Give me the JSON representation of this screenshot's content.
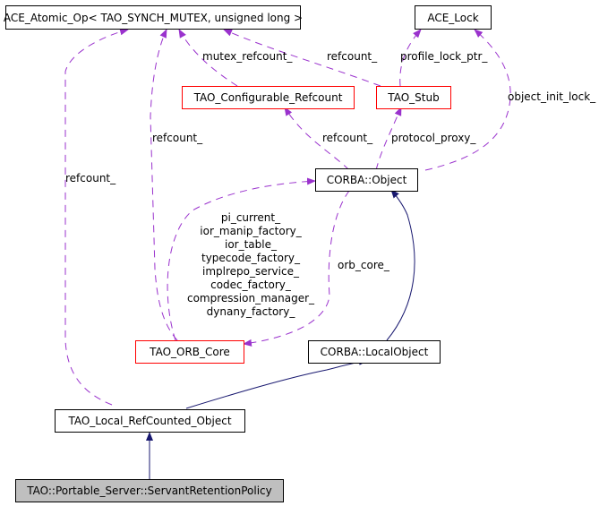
{
  "nodes": {
    "ace_atomic_op": "ACE_Atomic_Op< TAO_SYNCH_MUTEX, unsigned long >",
    "ace_lock": "ACE_Lock",
    "tao_configurable_refcount": "TAO_Configurable_Refcount",
    "tao_stub": "TAO_Stub",
    "corba_object": "CORBA::Object",
    "tao_orb_core": "TAO_ORB_Core",
    "corba_localobject": "CORBA::LocalObject",
    "tao_local_refcounted_object": "TAO_Local_RefCounted_Object",
    "servant_retention_policy": "TAO::Portable_Server::ServantRetentionPolicy"
  },
  "edge_labels": {
    "mutex_refcount": "mutex_refcount_",
    "stub_refcount": "refcount_",
    "profile_lock_ptr": "profile_lock_ptr_",
    "object_init_lock": "object_init_lock_",
    "orbcore_refcount": "refcount_",
    "local_refcount": "refcount_",
    "object_refcount": "refcount_",
    "protocol_proxy": "protocol_proxy_",
    "orb_core": "orb_core_",
    "orbcore_members": [
      "pi_current_",
      "ior_manip_factory_",
      "ior_table_",
      "typecode_factory_",
      "implrepo_service_",
      "codec_factory_",
      "compression_manager_",
      "dynany_factory_"
    ]
  },
  "colors": {
    "usage_edge": "#9a32cd",
    "inheritance_edge": "#191970",
    "highlight_border": "#ff0000",
    "current_node_fill": "#bfbfbf"
  }
}
